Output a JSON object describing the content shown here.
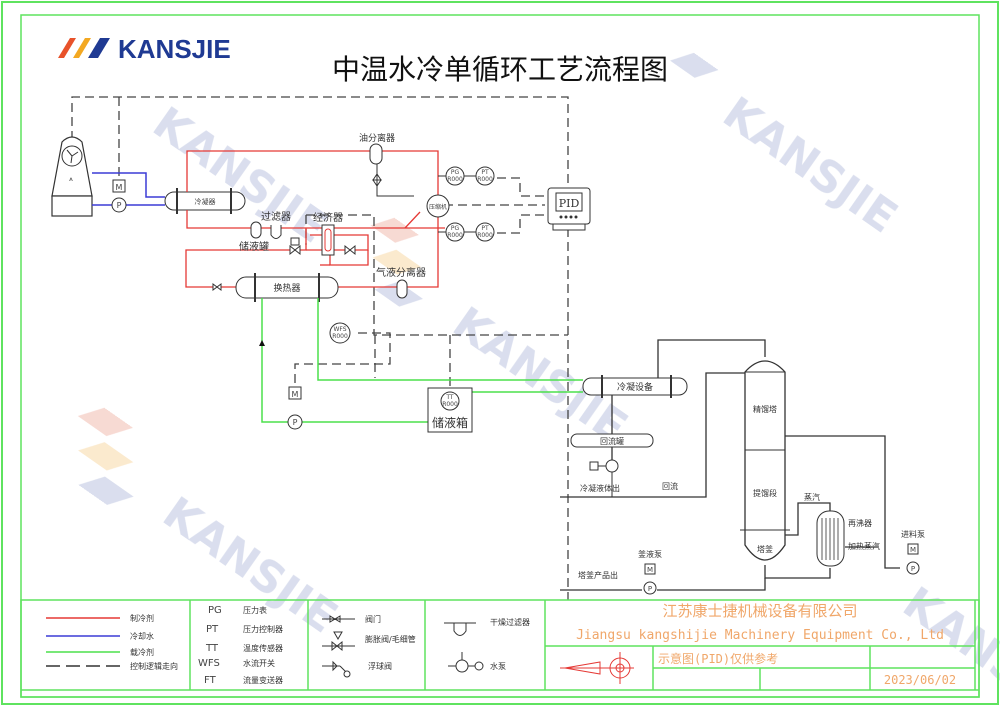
{
  "logo": {
    "text": "KANSJIE",
    "stripe_colors": [
      "#e8522a",
      "#f3a822",
      "#1f3a93"
    ],
    "text_color": "#1f3a93"
  },
  "title": "中温水冷单循环工艺流程图",
  "watermark": {
    "text": "KANSJIE",
    "registered": "®",
    "color": "#c9cfe4"
  },
  "equipment": {
    "condenser": "冷凝器",
    "oil_separator": "油分离器",
    "compressor": "压缩机",
    "filter": "过滤器",
    "receiver": "储液罐",
    "economizer": "经济器",
    "heat_exchanger": "换热器",
    "gas_liquid_separator": "气液分离器",
    "storage_tank": "储液箱",
    "pid_controller": "PID",
    "condensing_equipment": "冷凝设备",
    "reflux_tank": "回流罐",
    "condensate_out": "冷凝液体出",
    "reflux": "回流",
    "rectifying_tower": "精馏塔",
    "stripping_section": "提馏段",
    "tower_bottom": "塔釜",
    "steam": "蒸汽",
    "reboiler": "再沸器",
    "heating_steam": "加热蒸汽",
    "feed_pump": "进料泵",
    "bottom_pump": "釜液泵",
    "bottom_product_out": "塔釜产品出"
  },
  "instruments": {
    "pg_top": {
      "tag": "PG",
      "code": "R000"
    },
    "pt_top": {
      "tag": "PT",
      "code": "R000"
    },
    "pg_bottom": {
      "tag": "PG",
      "code": "R000"
    },
    "pt_bottom": {
      "tag": "PT",
      "code": "R000"
    },
    "wfs": {
      "tag": "WFS",
      "code": "R000"
    },
    "tt": {
      "tag": "TT",
      "code": "R000"
    },
    "motor": "M",
    "pump": "P"
  },
  "legend": {
    "lines": [
      {
        "label": "制冷剂",
        "color": "#e53935",
        "style": "solid"
      },
      {
        "label": "冷却水",
        "color": "#3b3bd6",
        "style": "solid"
      },
      {
        "label": "载冷剂",
        "color": "#4be04b",
        "style": "solid"
      },
      {
        "label": "控制逻辑走向",
        "color": "#333333",
        "style": "dashed"
      }
    ],
    "abbreviations": [
      {
        "code": "PG",
        "desc": "压力表"
      },
      {
        "code": "PT",
        "desc": "压力控制器"
      },
      {
        "code": "TT",
        "desc": "温度传感器"
      },
      {
        "code": "WFS",
        "desc": "水流开关"
      },
      {
        "code": "FT",
        "desc": "流量变送器"
      }
    ],
    "symbols": [
      {
        "label": "阀门"
      },
      {
        "label": "膨胀阀/毛细管"
      },
      {
        "label": "浮球阀"
      },
      {
        "label": "干燥过滤器"
      },
      {
        "label": "水泵"
      }
    ]
  },
  "title_block": {
    "company_cn": "江苏康士捷机械设备有限公司",
    "company_en": "Jiangsu kangshijie Machinery Equipment Co., Ltd",
    "note": "示意图(PID)仅供参考",
    "date": "2023/06/02"
  },
  "colors": {
    "refrigerant": "#e53935",
    "cooling_water": "#3b3bd6",
    "secondary_coolant": "#4be04b",
    "frame": "#5fe35f",
    "title_block_text": "#f0a76a"
  }
}
